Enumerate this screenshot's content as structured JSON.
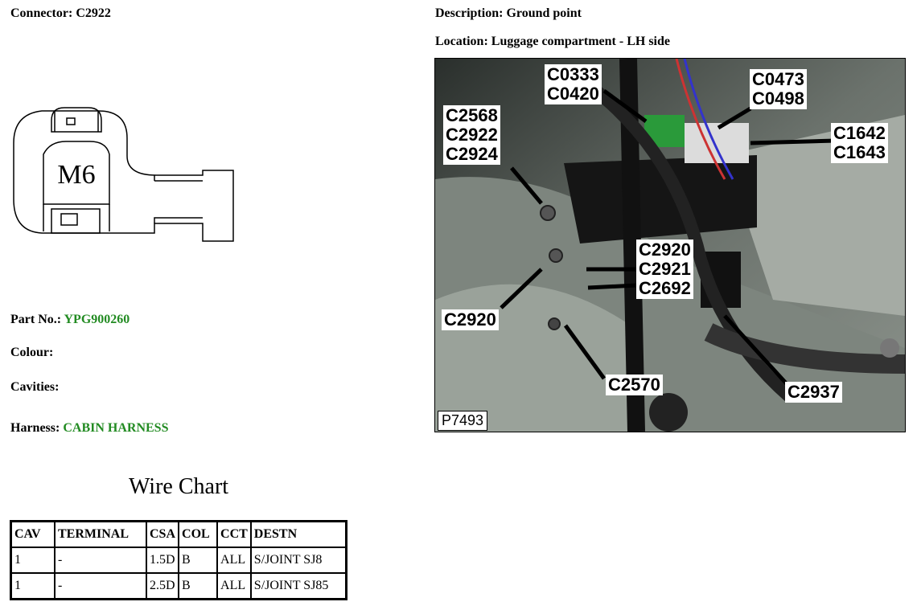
{
  "connector": {
    "label": "Connector:",
    "value": "C2922"
  },
  "description": {
    "label": "Description:",
    "value": "Ground point"
  },
  "location": {
    "label": "Location:",
    "value": "Luggage compartment - LH side"
  },
  "drawing": {
    "stamp": "M6"
  },
  "part_no": {
    "label": "Part No.:",
    "value": "YPG900260"
  },
  "colour": {
    "label": "Colour:",
    "value": ""
  },
  "cavities": {
    "label": "Cavities:",
    "value": ""
  },
  "harness": {
    "label": "Harness:",
    "value": "CABIN HARNESS"
  },
  "wire_chart": {
    "title": "Wire Chart",
    "columns": [
      "CAV",
      "TERMINAL",
      "CSA",
      "COL",
      "CCT",
      "DESTN"
    ],
    "rows": [
      [
        "1",
        "-",
        "1.5D",
        "B",
        "ALL",
        "S/JOINT SJ8"
      ],
      [
        "1",
        "-",
        "2.5D",
        "B",
        "ALL",
        "S/JOINT SJ85"
      ]
    ]
  },
  "photo": {
    "id": "P7493",
    "callouts": [
      {
        "lines": [
          "C0333",
          "C0420"
        ]
      },
      {
        "lines": [
          "C0473",
          "C0498"
        ]
      },
      {
        "lines": [
          "C2568",
          "C2922",
          "C2924"
        ]
      },
      {
        "lines": [
          "C1642",
          "C1643"
        ]
      },
      {
        "lines": [
          "C2920",
          "C2921",
          "C2692"
        ]
      },
      {
        "lines": [
          "C2920"
        ]
      },
      {
        "lines": [
          "C2570"
        ]
      },
      {
        "lines": [
          "C2937"
        ]
      }
    ]
  },
  "colors": {
    "accent_green": "#228b22"
  }
}
